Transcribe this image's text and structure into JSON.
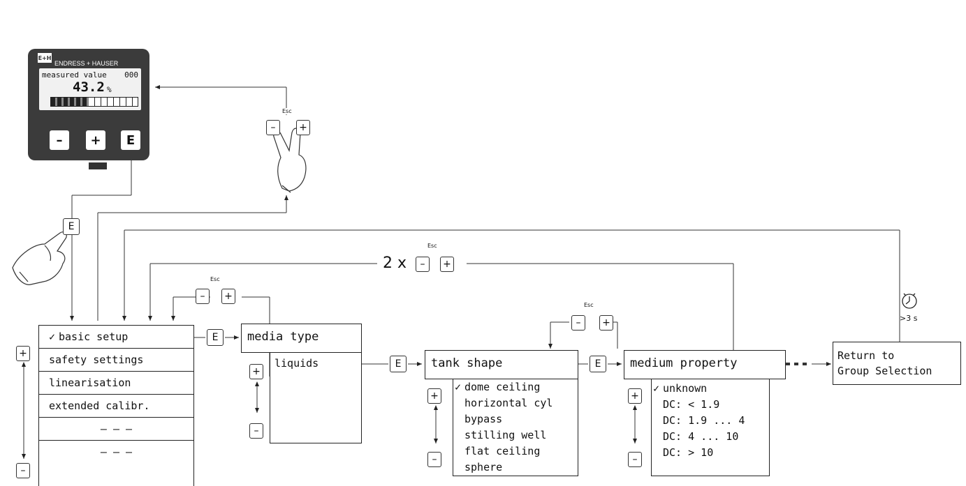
{
  "device": {
    "logo": "E+H",
    "brand": "ENDRESS + HAUSER",
    "lcd_label": "measured value",
    "lcd_code": "000",
    "lcd_value": "43.2",
    "lcd_unit": "%",
    "bar_fill": 0.432,
    "keys": [
      "–",
      "+",
      "E"
    ]
  },
  "keys": {
    "esc": "Esc",
    "plus": "+",
    "minus": "–",
    "enter": "E"
  },
  "annotations": {
    "twice": "2 x",
    "timeout": ">3 s"
  },
  "group_menu": {
    "items": [
      "basic setup",
      "safety settings",
      "linearisation",
      "extended calibr.",
      "– – –",
      "– – –"
    ],
    "selected_index": 0
  },
  "media_type": {
    "title": "media type",
    "options": [
      "liquids"
    ]
  },
  "tank_shape": {
    "title": "tank shape",
    "options": [
      "dome ceiling",
      "horizontal cyl",
      "bypass",
      "stilling well",
      "flat ceiling",
      "sphere"
    ],
    "selected_index": 0
  },
  "medium_property": {
    "title": "medium property",
    "options": [
      "unknown",
      "DC: < 1.9",
      "DC: 1.9 ... 4",
      "DC: 4 ... 10",
      "DC: > 10"
    ],
    "selected_index": 0
  },
  "return": {
    "line1": "Return to",
    "line2": "Group Selection"
  }
}
